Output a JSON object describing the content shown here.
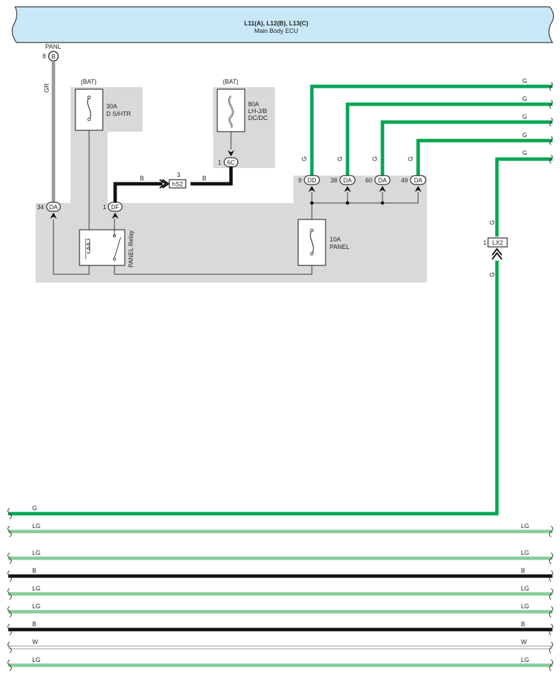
{
  "ecu": {
    "title": "L11(A), L12(B), L13(C)",
    "subtitle": "Main Body ECU",
    "fill": "#c8e8f8",
    "pin_label": "PANL",
    "pin_number": "8",
    "pin_connector": "B"
  },
  "colors": {
    "green": "#00a650",
    "light_green": "#88cc99",
    "black": "#111111",
    "gray": "#999999",
    "area": "#d9d9d9"
  },
  "wire_labels": {
    "gr": "GR",
    "b": "B",
    "g": "G",
    "lg": "LG",
    "w": "W"
  },
  "fuses": {
    "d_shtr": {
      "source": "(BAT)",
      "amps": "30A",
      "name": "D S/HTR"
    },
    "lhjb": {
      "source": "(BAT)",
      "amps": "80A",
      "name": "LH-J/B",
      "name2": "DC/DC"
    },
    "panel": {
      "amps": "10A",
      "name": "PANEL"
    }
  },
  "relay": {
    "name": "PANEL Relay"
  },
  "connectors": {
    "da34": {
      "pin": "34",
      "code": "DA"
    },
    "df1": {
      "pin": "1",
      "code": "DF"
    },
    "c6_1": {
      "pin": "1",
      "code": "6C"
    },
    "hs2": {
      "pin": "3",
      "code": "hS2"
    },
    "dd9": {
      "pin": "9",
      "code": "DD"
    },
    "da38": {
      "pin": "38",
      "code": "DA"
    },
    "da60": {
      "pin": "60",
      "code": "DA"
    },
    "da49": {
      "pin": "49",
      "code": "DA"
    },
    "lx2": {
      "pin": "1",
      "code": "LX2"
    }
  },
  "bottom_wires": [
    {
      "left": "G",
      "right": "",
      "color": "green"
    },
    {
      "left": "LG",
      "right": "LG",
      "color": "light_green"
    },
    {
      "left": "LG",
      "right": "LG",
      "color": "light_green"
    },
    {
      "left": "B",
      "right": "B",
      "color": "black"
    },
    {
      "left": "LG",
      "right": "LG",
      "color": "light_green"
    },
    {
      "left": "LG",
      "right": "LG",
      "color": "light_green"
    },
    {
      "left": "B",
      "right": "B",
      "color": "black"
    },
    {
      "left": "W",
      "right": "W",
      "color": "white"
    },
    {
      "left": "LG",
      "right": "LG",
      "color": "light_green"
    }
  ]
}
